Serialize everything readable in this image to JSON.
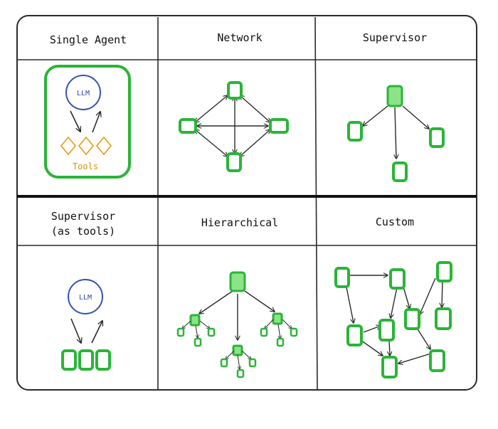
{
  "diagram": {
    "panels": [
      {
        "title_lines": [
          "Single Agent"
        ],
        "llm": "LLM",
        "tools": "Tools"
      },
      {
        "title_lines": [
          "Network"
        ]
      },
      {
        "title_lines": [
          "Supervisor"
        ]
      },
      {
        "title_lines": [
          "Supervisor",
          "(as tools)"
        ],
        "llm": "LLM"
      },
      {
        "title_lines": [
          "Hierarchical"
        ]
      },
      {
        "title_lines": [
          "Custom"
        ]
      }
    ],
    "colors": {
      "agent_stroke": "#29b537",
      "agent_fill": "#ffffff",
      "supervisor_fill": "#8de388",
      "llm_stroke": "#3453b3",
      "tool_stroke": "#e3a11d",
      "grid_stroke": "#2a2a2a",
      "divider_stroke": "#111111"
    }
  }
}
